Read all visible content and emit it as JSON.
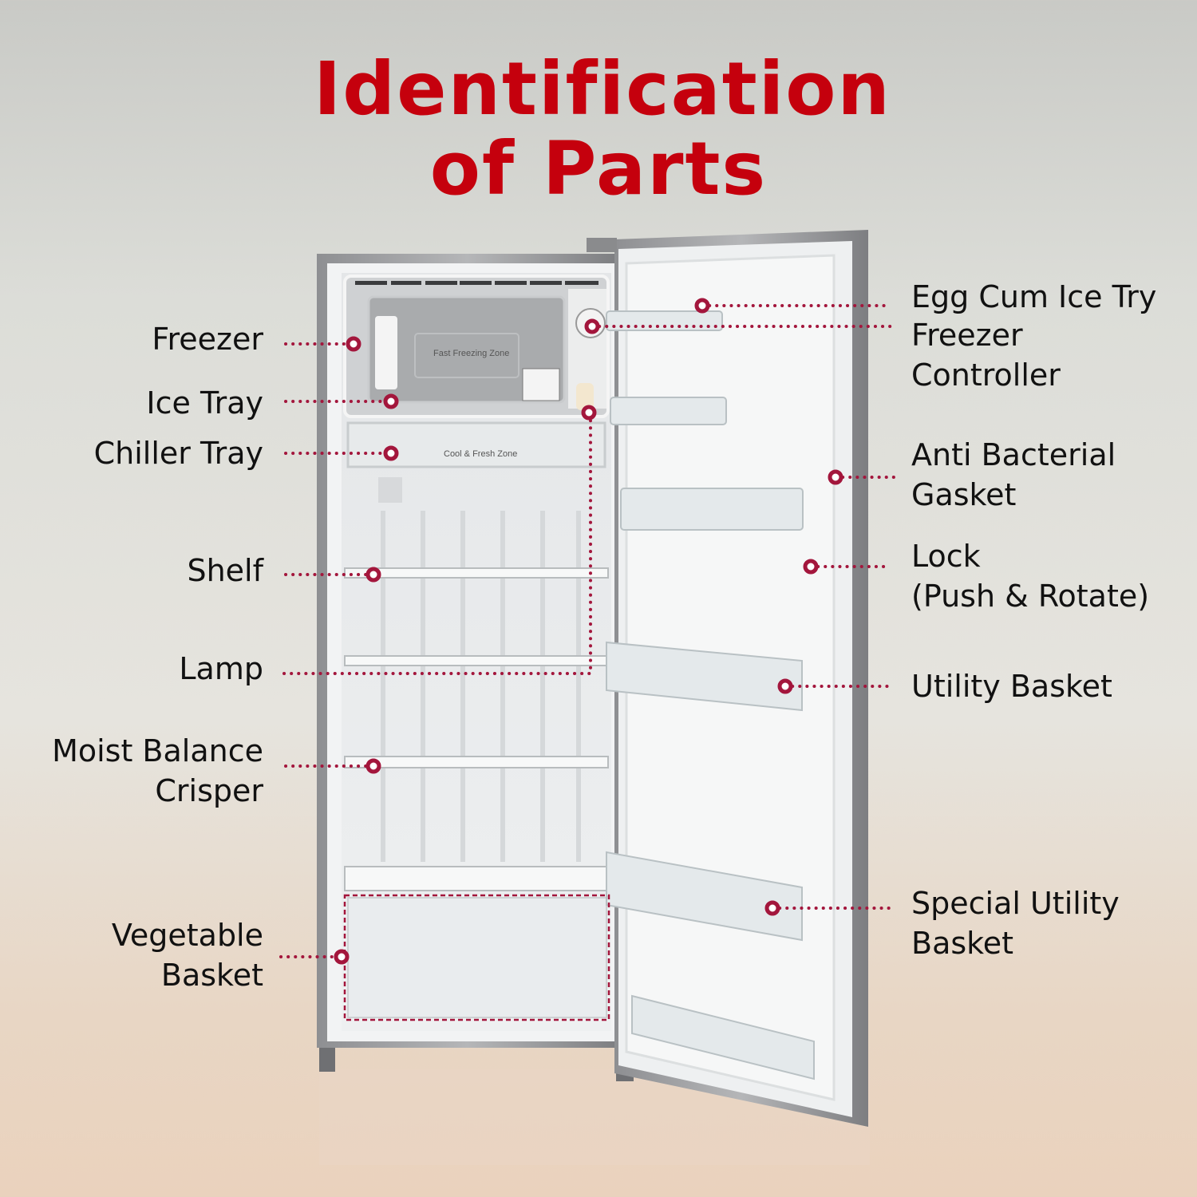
{
  "title": {
    "line1": "Identification",
    "line2": "of Parts"
  },
  "fridge_markings": {
    "freezer_zone": "Fast Freezing Zone",
    "chiller_zone": "Cool & Fresh Zone"
  },
  "labels_left": [
    {
      "lines": [
        "Freezer"
      ]
    },
    {
      "lines": [
        "Ice Tray"
      ]
    },
    {
      "lines": [
        "Chiller Tray"
      ]
    },
    {
      "lines": [
        "Shelf"
      ]
    },
    {
      "lines": [
        "Lamp"
      ]
    },
    {
      "lines": [
        "Moist Balance",
        "Crisper"
      ]
    },
    {
      "lines": [
        "Vegetable",
        "Basket"
      ]
    }
  ],
  "labels_right": [
    {
      "lines": [
        "Egg Cum Ice Try"
      ]
    },
    {
      "lines": [
        "Freezer",
        "Controller"
      ]
    },
    {
      "lines": [
        "Anti Bacterial",
        "Gasket"
      ]
    },
    {
      "lines": [
        "Lock",
        "(Push & Rotate)"
      ]
    },
    {
      "lines": [
        "Utility Basket"
      ]
    },
    {
      "lines": [
        "Special Utility",
        "Basket"
      ]
    }
  ],
  "colors": {
    "title": "#c5000d",
    "marker": "#a3163c"
  }
}
